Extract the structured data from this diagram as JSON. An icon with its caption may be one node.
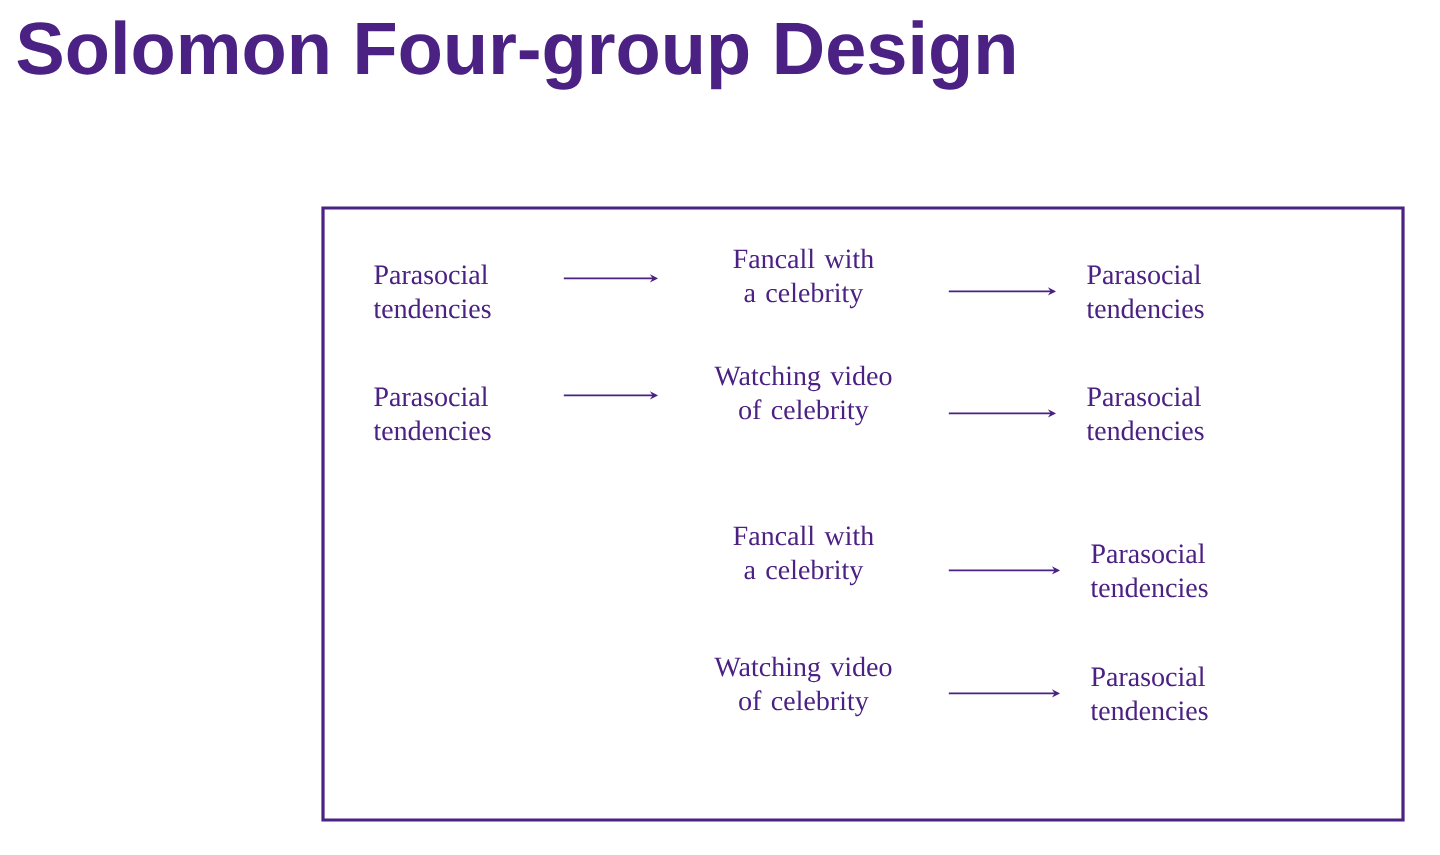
{
  "diagram": {
    "title": "Solomon Four-group Design",
    "nodes": [
      {
        "text": [],
        "shape": "box"
      },
      {
        "text": [
          "Parasocial tendencies"
        ],
        "in": 0
      },
      {
        "text": [
          "Fancall with a celebrity"
        ],
        "in": 0
      },
      {
        "text": [
          "Parasocial tendencies"
        ],
        "in": 0
      },
      {
        "text": [
          "Parasocial tendencies"
        ],
        "in": 0
      },
      {
        "text": [
          "Watching video of celebrity"
        ],
        "in": 0
      },
      {
        "text": [
          "Parasocial tendencies"
        ],
        "in": 0
      },
      {
        "text": [
          "Fancall with a celebrity"
        ],
        "in": 0
      },
      {
        "text": [
          "Parasocial tendencies"
        ],
        "in": 0
      },
      {
        "text": [
          "Watching video of celebrity"
        ],
        "in": 0
      },
      {
        "text": [
          "Parasocial tendencies"
        ],
        "in": 0
      }
    ],
    "edges": [
      {
        "from": 1,
        "to": 2,
        "arrow": "to"
      },
      {
        "from": 2,
        "to": 3,
        "arrow": "to"
      },
      {
        "from": 4,
        "to": 5,
        "arrow": "to"
      },
      {
        "from": 5,
        "to": 6,
        "arrow": "to"
      },
      {
        "from": 7,
        "to": 8,
        "arrow": "to"
      },
      {
        "from": 9,
        "to": 10,
        "arrow": "to"
      }
    ]
  }
}
